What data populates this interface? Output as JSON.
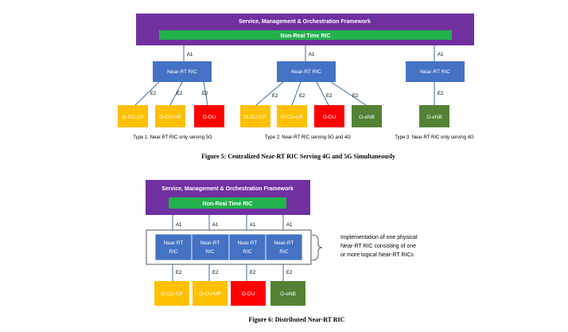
{
  "colors": {
    "smo": "#7030a0",
    "nonrt": "#22b14c",
    "ric": "#4472c4",
    "cu": "#ffc000",
    "du": "#ff0000",
    "enb": "#548235"
  },
  "figure5": {
    "smo_label": "Service, Management & Orchestration Framework",
    "nonrt_label": "Non-Real Time RIC",
    "a1": "A1",
    "e2": "E2",
    "ric_label": "Near-RT RIC",
    "type1": {
      "nodes": [
        "O-CU-CP",
        "O-CU-UP",
        "O-DU"
      ],
      "caption": "Type 1: Near-RT RIC only serving 5G"
    },
    "type2": {
      "nodes": [
        "O-CU-CP",
        "O-CU-UP",
        "O-DU",
        "O-eNB"
      ],
      "caption": "Type 2: Near-RT RIC serving 5G and 4G"
    },
    "type3": {
      "nodes": [
        "O-eNB"
      ],
      "caption": "Type 3: Near-RT RIC only serving 4G"
    },
    "caption": "Figure 5: Centralized Near-RT RIC Serving 4G and 5G Simultaneously"
  },
  "figure6": {
    "smo_label": "Service, Management & Orchestration Framework",
    "nonrt_label": "Non-Real Time RIC",
    "a1": "A1",
    "e2": "E2",
    "ric_line1": "Near-RT",
    "ric_line2": "RIC",
    "nodes": [
      "O-CU-CP",
      "O-CU-UP",
      "O-DU",
      "O-eNB"
    ],
    "note_line1": "Implementation of one physical",
    "note_line2": "Near-RT RIC consisting of one",
    "note_line3": "or more logical Near-RT RICs",
    "caption": "Figure 6: Distributed Near-RT RIC"
  }
}
